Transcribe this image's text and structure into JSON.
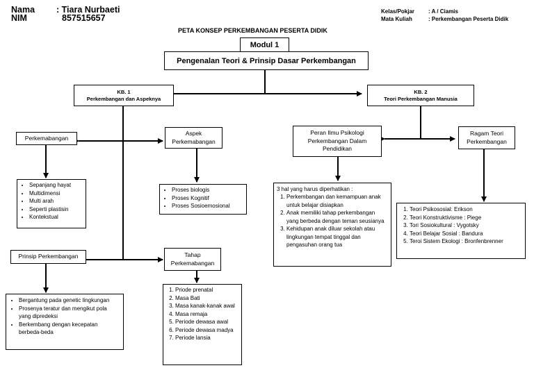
{
  "header": {
    "name_label": "Nama",
    "name_value": ": Tiara Nurbaeti",
    "nim_label": "NIM",
    "nim_value": "857515657",
    "kelas_label": "Kelas/Pokjar",
    "kelas_value": ": A / Ciamis",
    "matkul_label": "Mata Kuliah",
    "matkul_value": ": Perkembangan Peserta Didik"
  },
  "title": "PETA KONSEP PERKEMBANGAN PESERTA DIDIK",
  "modul": "Modul 1",
  "main_topic": "Pengenalan Teori & Prinsip Dasar Perkembangan",
  "kb1": {
    "line1": "KB. 1",
    "line2": "Perkembangan dan Aspeknya"
  },
  "kb2": {
    "line1": "KB. 2",
    "line2": "Teori Perkembangan Manusia"
  },
  "perkembangan": {
    "label": "Perkemabangan",
    "items": [
      "Sepanjang hayat",
      "Multidimensi",
      "Multi arah",
      "Seperti plastisin",
      "Kontekstual"
    ]
  },
  "aspek": {
    "line1": "Aspek",
    "line2": "Perkemabangan",
    "items": [
      "Proses biologis",
      "Proses Kognitif",
      "Proses Sosioemosional"
    ]
  },
  "prinsip": {
    "label": "Prinsip Perkembangan",
    "items": [
      "Bergantung pada genetic lingkungan",
      "Prosenya teratur dan mengikut pola yang dipredeksi",
      "Berkembang dengan kecepatan berbeda-beda"
    ]
  },
  "tahap": {
    "line1": "Tahap",
    "line2": "Perkemabangan",
    "items": [
      "Priode prenatal",
      "Masa Bati",
      "Masa kanak-kanak awal",
      "Masa remaja",
      "Periode dewasa awal",
      "Periode dewasa madya",
      "Periode lansia"
    ]
  },
  "peran": {
    "line1": "Peran Ilmu Psikologi",
    "line2": "Perkembangan Dalam",
    "line3": "Pendidikan",
    "intro": "3 hal yang harus diperhatikan :",
    "items": [
      "Perkembangan dan kemampuan anak untuk belajar disiapkan",
      "Anak memiliki tahap perkembangan yang berbeda dengan teman seusianya",
      "Kehidupan anak diluar sekolah atau lingkungan tempat tinggal dan pengasuhan orang tua"
    ]
  },
  "ragam": {
    "line1": "Ragam Teori",
    "line2": "Perkembangan",
    "items": [
      "Teori Psikososial: Erikson",
      "Teori Konstruktivisme : Piege",
      "Tori Sosiokultural : Vygotsky",
      "Teori Belajar Sosial : Bandura",
      "Teroi Sistem Ekologi : Bronfenbrenner"
    ]
  }
}
